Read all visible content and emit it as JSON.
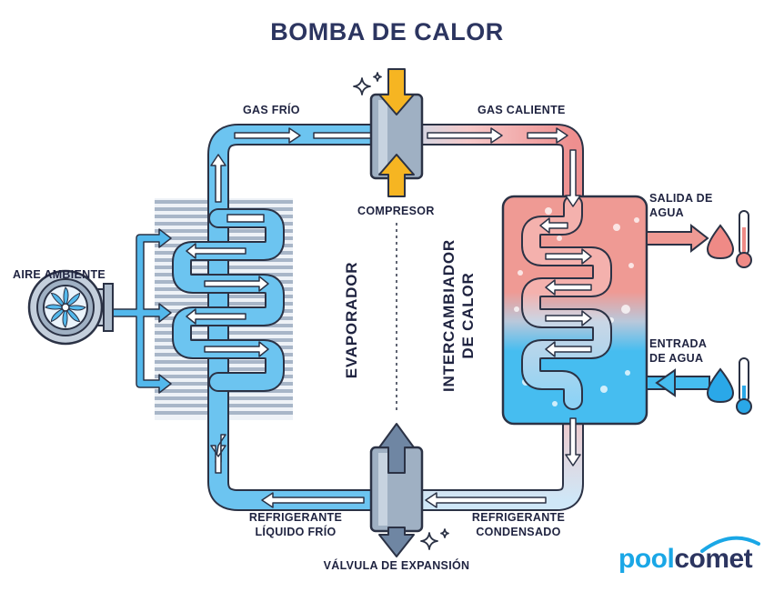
{
  "title": "BOMBA DE CALOR",
  "labels": {
    "gas_frio": "GAS FRÍO",
    "gas_caliente": "GAS CALIENTE",
    "compresor": "COMPRESOR",
    "aire_ambiente": "AIRE AMBIENTE",
    "salida_agua": "SALIDA DE AGUA",
    "entrada_agua": "ENTRADA DE AGUA",
    "evaporador": "EVAPORADOR",
    "intercambiador": "INTERCAMBIADOR DE CALOR",
    "refrigerante_liquido": "REFRIGERANTE LÍQUIDO FRÍO",
    "refrigerante_condensado": "REFRIGERANTE CONDENSADO",
    "valvula": "VÁLVULA DE EXPANSIÓN"
  },
  "logo": {
    "part1": "pool",
    "part2": "comet"
  },
  "colors": {
    "cold_pipe": "#53b8ec",
    "hot_pipe": "#ee8f8f",
    "hot_tank": "#ef9a94",
    "cold_tank": "#46bdf0",
    "outline": "#2b3245",
    "arrow_yellow": "#f6b522",
    "device_gray": "#8ea3bd",
    "evap_fins": "#a8b6c8",
    "brand_blue": "#1aa7e6",
    "brand_navy": "#2c3560"
  },
  "icons": [
    "fan-icon",
    "sparkle-icon",
    "drop-icon",
    "thermometer-icon",
    "arrow-icon"
  ]
}
